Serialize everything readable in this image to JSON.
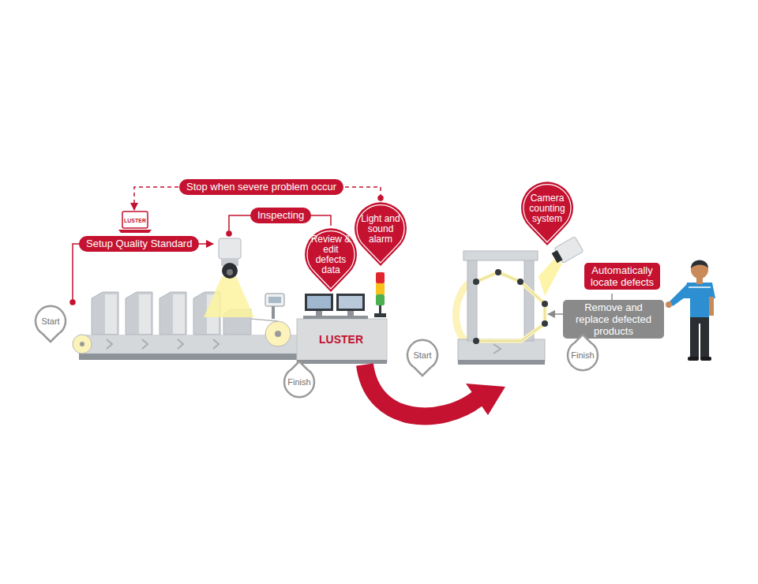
{
  "diagram": {
    "nodes": [
      {
        "text": [
          "Stop when severe problem occur"
        ]
      },
      {
        "text": [
          "Inspecting"
        ]
      },
      {
        "text": [
          "Setup Quality Standard"
        ]
      },
      {
        "text": [
          "Review & edit defects data"
        ]
      },
      {
        "text": [
          "Light and sound alarm"
        ]
      },
      {
        "text": [
          "Camera counting system"
        ]
      },
      {
        "text": [
          "Automatically locate defects"
        ]
      },
      {
        "text": [
          "Remove and replace defected products"
        ]
      },
      {
        "text": [
          "Start"
        ]
      },
      {
        "text": [
          "Finish"
        ]
      },
      {
        "text": [
          "Start"
        ]
      },
      {
        "text": [
          "Finish"
        ]
      }
    ],
    "labels": [
      "LUSTER",
      "LUSTER"
    ]
  }
}
